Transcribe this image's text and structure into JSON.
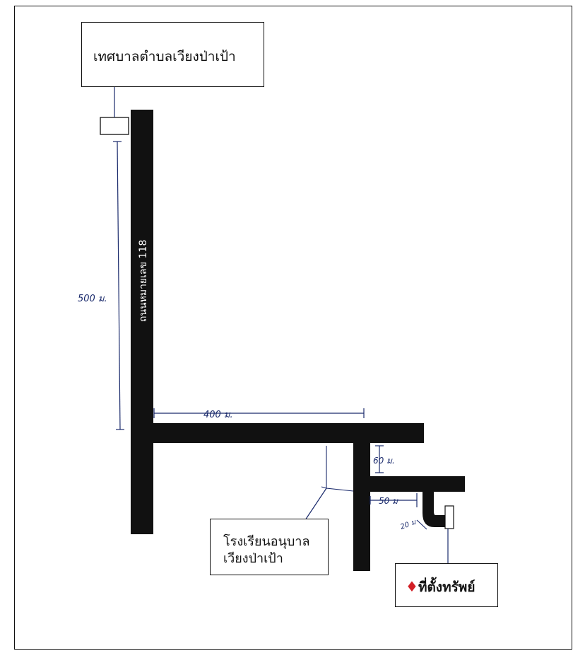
{
  "map": {
    "municipality_label": "เทศบาลตำบลเวียงป่าเป้า",
    "road_label": "ถนนหมายเลข 118",
    "school_label_line1": "โรงเรียนอนุบาล",
    "school_label_line2": "เวียงป่าเป้า",
    "property_marker": "♦",
    "property_label": "ที่ตั้งทรัพย์",
    "distances": {
      "d500": "500 ม.",
      "d400": "400 ม.",
      "d60": "60 ม.",
      "d50": "50 ม",
      "d20": "20 ม"
    }
  },
  "colors": {
    "road": "#111111",
    "annotation_ink": "#1a2a6c",
    "marker": "#d21f26"
  }
}
